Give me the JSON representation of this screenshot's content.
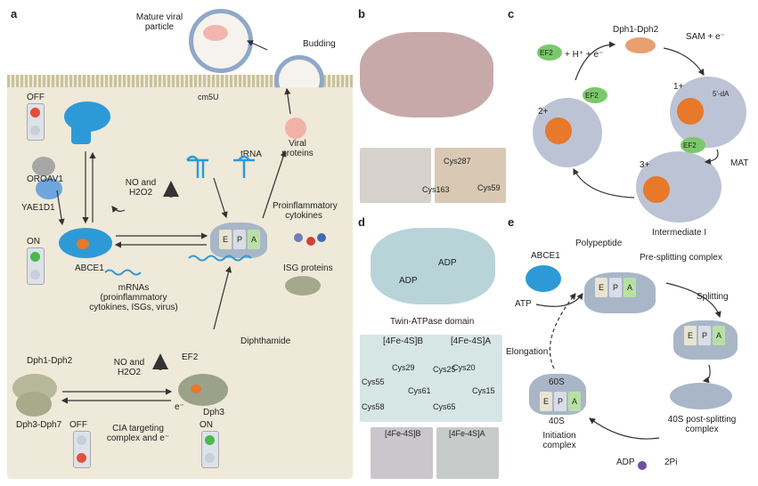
{
  "panels": {
    "a": "a",
    "b": "b",
    "c": "c",
    "d": "d",
    "e": "e"
  },
  "a": {
    "mature": "Mature viral particle",
    "budding": "Budding",
    "off1": "OFF",
    "on": "ON",
    "off2": "OFF",
    "on2": "ON",
    "oroav1": "OROAV1",
    "yae1d1": "YAE1D1",
    "abce1": "ABCE1",
    "no_h2o2": "NO and H2O2",
    "cm5u": "cm5U",
    "trna": "tRNA",
    "viral_proteins": "Viral proteins",
    "proinflammatory": "Proinflammatory cytokines",
    "isg": "ISG proteins",
    "mrnas": "mRNAs (proinflammatory cytokines, ISGs, virus)",
    "diphthamide": "Diphthamide",
    "ef2": "EF2",
    "dph12": "Dph1-Dph2",
    "dph37": "Dph3-Dph7",
    "dph3": "Dph3",
    "cia": "CIA targeting complex and e⁻",
    "no2": "NO and H2O2",
    "e": "E",
    "p": "P",
    "a": "A",
    "eminus": "e⁻"
  },
  "b": {
    "cys287": "Cys287",
    "cys163": "Cys163",
    "cys59": "Cys59"
  },
  "c": {
    "dph12": "Dph1-Dph2",
    "sam": "SAM + e⁻",
    "ef2a": "EF2",
    "ef2b": "EF2",
    "ef2c": "EF2",
    "hplus": "+ H⁺ + e⁻",
    "mat": "MAT",
    "intermediate": "Intermediate I",
    "s1": "1+",
    "s2": "2+",
    "s3": "3+",
    "sda": "5'-dA"
  },
  "d": {
    "adp1": "ADP",
    "adp2": "ADP",
    "twin": "Twin-ATPase domain",
    "fe4sB": "[4Fe-4S]B",
    "fe4sA": "[4Fe-4S]A",
    "cys": [
      "Cys29",
      "Cys25",
      "Cys20",
      "Cys55",
      "Cys61",
      "Cys15",
      "Cys58",
      "Cys65"
    ],
    "fe4sB2": "[4Fe-4S]B",
    "fe4sA2": "[4Fe-4S]A"
  },
  "e": {
    "polypeptide": "Polypeptide",
    "presplit": "Pre-splitting complex",
    "abce1": "ABCE1",
    "atp": "ATP",
    "splitting": "Splitting",
    "elongation": "Elongation",
    "s60": "60S",
    "s40": "40S",
    "initiation": "Initiation complex",
    "post": "40S post-splitting complex",
    "adp": "ADP",
    "pi": "2Pi",
    "e": "E",
    "p": "P",
    "a": "A"
  },
  "colors": {
    "abce1": "#2d9ad8",
    "ribosome": "#a9b6c8",
    "ef2": "#7bc86a",
    "cluster": "#e8782a",
    "cell": "#efe9d9"
  }
}
